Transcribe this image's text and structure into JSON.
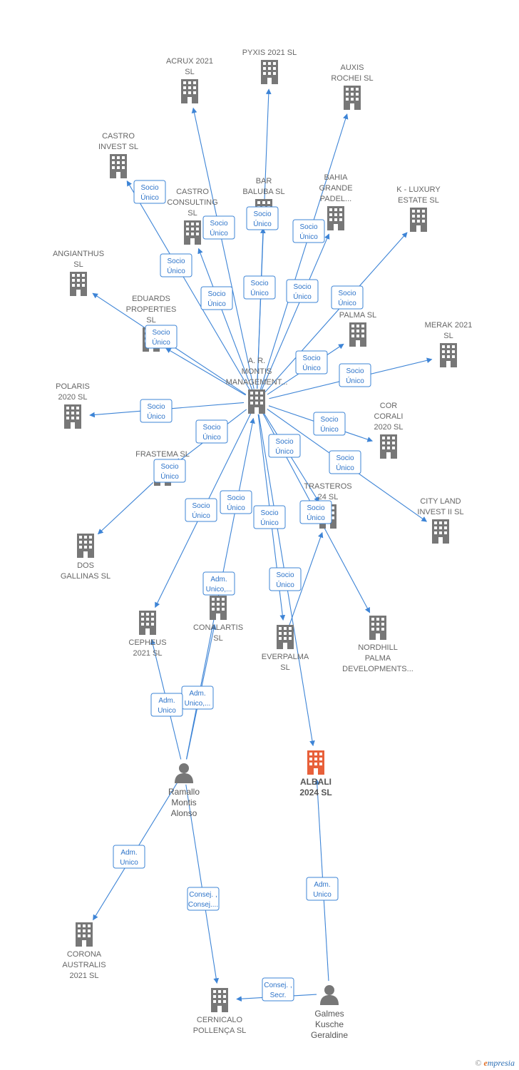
{
  "colors": {
    "edge": "#3d84d6",
    "company": "#777777",
    "company_main": "#e8603a",
    "person": "#777777",
    "label_text": "#666666",
    "rel_text": "#2e74c9"
  },
  "nodes": [
    {
      "id": "acrux",
      "type": "company",
      "label": [
        "ACRUX 2021",
        "SL"
      ]
    },
    {
      "id": "pyxis",
      "type": "company",
      "label": [
        "PYXIS 2021  SL"
      ]
    },
    {
      "id": "auxis",
      "type": "company",
      "label": [
        "AUXIS",
        "ROCHEI  SL"
      ]
    },
    {
      "id": "castro_invest",
      "type": "company",
      "label": [
        "CASTRO",
        "INVEST  SL"
      ]
    },
    {
      "id": "castro_consulting",
      "type": "company",
      "label": [
        "CASTRO",
        "CONSULTING",
        "SL"
      ]
    },
    {
      "id": "bar_baluba",
      "type": "company",
      "label": [
        "BAR",
        "BALUBA  SL"
      ]
    },
    {
      "id": "bahia",
      "type": "company",
      "label": [
        "BAHIA",
        "GRANDE",
        "PADEL..."
      ]
    },
    {
      "id": "k_luxury",
      "type": "company",
      "label": [
        "K -  LUXURY",
        "ESTATE  SL"
      ]
    },
    {
      "id": "angianthus",
      "type": "company",
      "label": [
        "ANGIANTHUS",
        "SL"
      ]
    },
    {
      "id": "eduards",
      "type": "company",
      "label": [
        "EDUARDS",
        "PROPERTIES",
        "SL"
      ]
    },
    {
      "id": "ca_palma",
      "type": "company",
      "label": [
        "CA",
        "PALMA  SL"
      ]
    },
    {
      "id": "merak",
      "type": "company",
      "label": [
        "MERAK 2021",
        "SL"
      ]
    },
    {
      "id": "ar_montis",
      "type": "company",
      "label": [
        "A. R.",
        "MONTIS",
        "MANAGEMENT..."
      ]
    },
    {
      "id": "polaris",
      "type": "company",
      "label": [
        "POLARIS",
        "2020  SL"
      ]
    },
    {
      "id": "cor_corali",
      "type": "company",
      "label": [
        "COR",
        "CORALI",
        "2020  SL"
      ]
    },
    {
      "id": "frastema",
      "type": "company",
      "label": [
        "FRASTEMA  SL"
      ]
    },
    {
      "id": "trasteros",
      "type": "company",
      "label": [
        "TRASTEROS",
        "24  SL"
      ]
    },
    {
      "id": "city_land",
      "type": "company",
      "label": [
        "CITY LAND",
        "INVEST II  SL"
      ]
    },
    {
      "id": "dos_gallinas",
      "type": "company",
      "label": [
        "DOS",
        "GALLINAS  SL"
      ]
    },
    {
      "id": "cepheus",
      "type": "company",
      "label": [
        "CEPHEUS",
        "2021  SL"
      ]
    },
    {
      "id": "conalartis",
      "type": "company",
      "label": [
        "CONALARTIS",
        "SL"
      ]
    },
    {
      "id": "everpalma",
      "type": "company",
      "label": [
        "EVERPALMA",
        "SL"
      ]
    },
    {
      "id": "nordhill",
      "type": "company",
      "label": [
        "NORDHILL",
        "PALMA",
        "DEVELOPMENTS..."
      ]
    },
    {
      "id": "albali",
      "type": "main",
      "label": [
        "ALBALI",
        "2024  SL"
      ]
    },
    {
      "id": "ramallo",
      "type": "person",
      "label": [
        "Ramallo",
        "Montis",
        "Alonso"
      ]
    },
    {
      "id": "corona",
      "type": "company",
      "label": [
        "CORONA",
        "AUSTRALIS",
        "2021  SL"
      ]
    },
    {
      "id": "cernicalo",
      "type": "company",
      "label": [
        "CERNICALO",
        "POLLENÇA  SL"
      ]
    },
    {
      "id": "galmes",
      "type": "person",
      "label": [
        "Galmes",
        "Kusche",
        "Geraldine"
      ]
    }
  ],
  "edges": [
    {
      "from": "ar_montis",
      "to": "acrux",
      "label": [
        "Socio",
        "Único"
      ]
    },
    {
      "from": "ar_montis",
      "to": "pyxis",
      "label": [
        "Socio",
        "Único"
      ]
    },
    {
      "from": "ar_montis",
      "to": "auxis",
      "label": [
        "Socio",
        "Único"
      ]
    },
    {
      "from": "ar_montis",
      "to": "castro_invest",
      "label": [
        "Socio",
        "Único"
      ]
    },
    {
      "from": "ar_montis",
      "to": "castro_consulting",
      "label": [
        "Socio",
        "Único"
      ]
    },
    {
      "from": "ar_montis",
      "to": "bar_baluba",
      "label": [
        "Socio",
        "Único"
      ]
    },
    {
      "from": "ar_montis",
      "to": "bahia",
      "label": [
        "Socio",
        "Único"
      ]
    },
    {
      "from": "ar_montis",
      "to": "k_luxury",
      "label": [
        "Socio",
        "Único"
      ]
    },
    {
      "from": "ar_montis",
      "to": "angianthus",
      "label": [
        "Socio",
        "Único"
      ]
    },
    {
      "from": "ar_montis",
      "to": "eduards",
      "label": [
        "Socio",
        "Único"
      ]
    },
    {
      "from": "ar_montis",
      "to": "ca_palma",
      "label": [
        "Socio",
        "Único"
      ]
    },
    {
      "from": "ar_montis",
      "to": "merak",
      "label": [
        "Socio",
        "Único"
      ]
    },
    {
      "from": "ar_montis",
      "to": "polaris",
      "label": [
        "Socio",
        "Único"
      ]
    },
    {
      "from": "ar_montis",
      "to": "cor_corali",
      "label": [
        "Socio",
        "Único"
      ]
    },
    {
      "from": "ar_montis",
      "to": "frastema",
      "label": [
        "Socio",
        "Único"
      ]
    },
    {
      "from": "ar_montis",
      "to": "trasteros",
      "label": [
        "Socio",
        "Único"
      ]
    },
    {
      "from": "ar_montis",
      "to": "city_land",
      "label": [
        "Socio",
        "Único"
      ]
    },
    {
      "from": "frastema",
      "to": "dos_gallinas",
      "label": [
        "Socio",
        "Único"
      ]
    },
    {
      "from": "ar_montis",
      "to": "cepheus",
      "label": [
        "Socio",
        "Único"
      ]
    },
    {
      "from": "ar_montis",
      "to": "everpalma",
      "label": [
        "Socio",
        "Único"
      ]
    },
    {
      "from": "ar_montis",
      "to": "nordhill",
      "label": [
        "Socio",
        "Único"
      ]
    },
    {
      "from": "ar_montis",
      "to": "albali",
      "label": [
        "Socio",
        "Único"
      ]
    },
    {
      "from": "everpalma",
      "to": "trasteros",
      "label": [
        "Socio",
        "Único"
      ]
    },
    {
      "from": "ramallo",
      "to": "ar_montis",
      "label": [
        "Adm.",
        "Unico,..."
      ]
    },
    {
      "from": "ramallo",
      "to": "conalartis",
      "label": [
        "Adm.",
        "Unico,..."
      ]
    },
    {
      "from": "ramallo",
      "to": "cepheus",
      "label": [
        "Adm.",
        "Unico"
      ]
    },
    {
      "from": "ramallo",
      "to": "corona",
      "label": [
        "Adm.",
        "Unico"
      ]
    },
    {
      "from": "ramallo",
      "to": "cernicalo",
      "label": [
        "Consej. ,",
        "Consej...."
      ]
    },
    {
      "from": "galmes",
      "to": "albali",
      "label": [
        "Adm.",
        "Unico"
      ]
    },
    {
      "from": "galmes",
      "to": "cernicalo",
      "label": [
        "Consej. ,",
        "Secr."
      ]
    }
  ],
  "footer": {
    "copyright": "©",
    "brand_initial": "e",
    "brand_rest": "mpresia"
  }
}
